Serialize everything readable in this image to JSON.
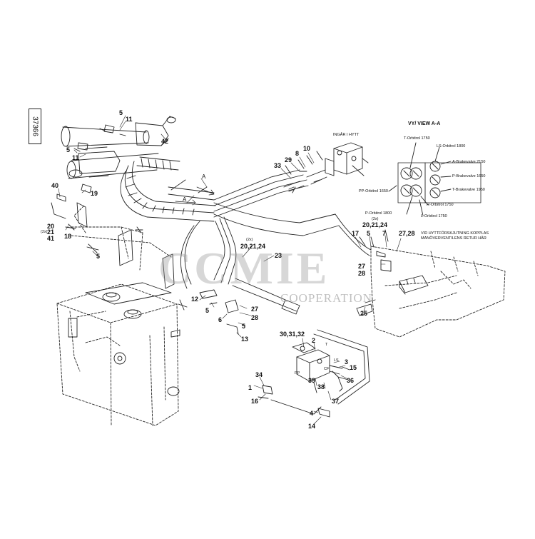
{
  "drawing": {
    "doc_number": "37366",
    "watermark_title": "CCMIE",
    "watermark_subtitle": "COOPERATION",
    "section_marker": "A",
    "view_title": "VY/ VIEW A-A",
    "cab_label": "INGÅR I HYTT",
    "note": [
      "VID HYTTFÖRSKJUTNING KOPPLAS",
      "MANÖVERVENTILENS RETUR HÄR"
    ],
    "view_labels": {
      "t_orbitrol": "T-Orbitrol 1750",
      "ls_orbitrol": "LS-Orbitrol 1800",
      "a_brake": "A-Brakevalve 2150",
      "p_brake": "P-Brakevalve 1650",
      "t_brake": "T-Brakevalve 1950",
      "pp_orbitrol": "PP-Orbitrol 1650",
      "r_orbitrol": "R-Orbitrol 1750",
      "p_orbitrol": "P-Orbitrol 1800",
      "l_orbitrol": "L-Orbitrol 1750"
    },
    "valve_ports": {
      "pp": "PP",
      "ls": "LS",
      "cf": "CF",
      "t": "T"
    },
    "callouts": {
      "c5a": "5",
      "c11a": "11",
      "c5b": "5",
      "c11b": "11",
      "c42": "42",
      "c40": "40",
      "c19": "19",
      "c20a": "20",
      "c2x_a": "(2x)",
      "c21a": "21",
      "c41": "41",
      "c18": "18",
      "c5c": "5",
      "c33": "33",
      "c29": "29",
      "c8": "8",
      "c10": "10",
      "c20_21_24a": "20,21,24",
      "c2x_b": "(2x)",
      "c23": "23",
      "c17": "17",
      "c5d": "5",
      "c7": "7",
      "c27_28": "27,28",
      "c20_21_24b": "20,21,24",
      "c2x_c": "(2x)",
      "c27a": "27",
      "c28a": "28",
      "c12": "12",
      "c5e": "5",
      "c6": "6",
      "c27b": "27",
      "c28b": "28",
      "c5f": "5",
      "c13": "13",
      "c25": "25",
      "c30_31_32": "30,31,32",
      "c2": "2",
      "c3": "3",
      "c15": "15",
      "c34": "34",
      "c1": "1",
      "c16": "16",
      "c39": "39",
      "c38": "38",
      "c36": "36",
      "c37": "37",
      "c4": "4",
      "c14": "14"
    }
  }
}
